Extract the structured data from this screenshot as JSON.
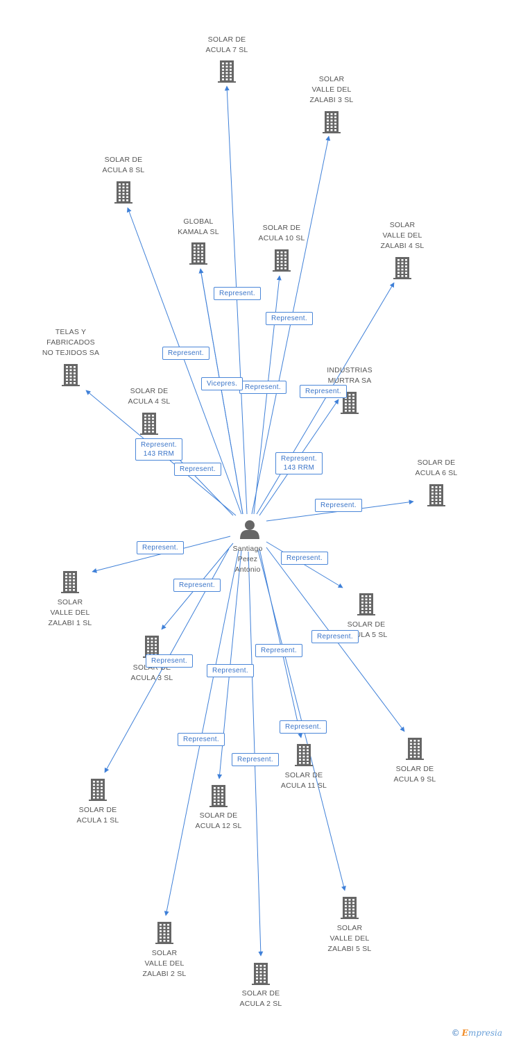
{
  "colors": {
    "edge": "#3f80d8",
    "icon": "#666666",
    "label": "#555555"
  },
  "center": {
    "label": "Santiago\nPerez\nAntonio",
    "icon": "person-icon"
  },
  "companies": [
    {
      "id": "solar-acula-7",
      "label": "SOLAR DE\nACULA 7 SL",
      "icon": "building-icon"
    },
    {
      "id": "solar-zalabi-3",
      "label": "SOLAR\nVALLE DEL\nZALABI 3 SL",
      "icon": "building-icon"
    },
    {
      "id": "solar-acula-8",
      "label": "SOLAR DE\nACULA 8 SL",
      "icon": "building-icon"
    },
    {
      "id": "global-kamala",
      "label": "GLOBAL\nKAMALA SL",
      "icon": "building-icon"
    },
    {
      "id": "solar-acula-10",
      "label": "SOLAR DE\nACULA 10 SL",
      "icon": "building-icon"
    },
    {
      "id": "solar-zalabi-4",
      "label": "SOLAR\nVALLE DEL\nZALABI 4 SL",
      "icon": "building-icon"
    },
    {
      "id": "telas-fabricados",
      "label": "TELAS Y\nFABRICADOS\nNO TEJIDOS SA",
      "icon": "building-icon"
    },
    {
      "id": "industrias-murtra",
      "label": "INDUSTRIAS\nMURTRA SA",
      "icon": "building-icon"
    },
    {
      "id": "solar-acula-4",
      "label": "SOLAR DE\nACULA 4 SL",
      "icon": "building-icon"
    },
    {
      "id": "solar-acula-6",
      "label": "SOLAR DE\nACULA 6 SL",
      "icon": "building-icon"
    },
    {
      "id": "solar-zalabi-1",
      "label": "SOLAR\nVALLE DEL\nZALABI 1 SL",
      "icon": "building-icon"
    },
    {
      "id": "solar-acula-5",
      "label": "SOLAR DE\nACULA 5 SL",
      "icon": "building-icon"
    },
    {
      "id": "solar-acula-3",
      "label": "SOLAR DE\nACULA 3 SL",
      "icon": "building-icon"
    },
    {
      "id": "solar-acula-9",
      "label": "SOLAR DE\nACULA 9 SL",
      "icon": "building-icon"
    },
    {
      "id": "solar-acula-11",
      "label": "SOLAR DE\nACULA 11 SL",
      "icon": "building-icon"
    },
    {
      "id": "solar-acula-1",
      "label": "SOLAR DE\nACULA 1 SL",
      "icon": "building-icon"
    },
    {
      "id": "solar-acula-12",
      "label": "SOLAR DE\nACULA 12 SL",
      "icon": "building-icon"
    },
    {
      "id": "solar-zalabi-5",
      "label": "SOLAR\nVALLE DEL\nZALABI 5 SL",
      "icon": "building-icon"
    },
    {
      "id": "solar-zalabi-2",
      "label": "SOLAR\nVALLE DEL\nZALABI 2 SL",
      "icon": "building-icon"
    },
    {
      "id": "solar-acula-2",
      "label": "SOLAR DE\nACULA 2 SL",
      "icon": "building-icon"
    }
  ],
  "relations": [
    {
      "target": "solar-acula-7",
      "label": ""
    },
    {
      "target": "solar-zalabi-3",
      "label": "Represent."
    },
    {
      "target": "solar-acula-8",
      "label": "Represent."
    },
    {
      "target": "global-kamala",
      "label": "Represent."
    },
    {
      "target": "solar-acula-10",
      "label": "Represent."
    },
    {
      "target": "solar-zalabi-4",
      "label": "Represent."
    },
    {
      "target": "telas-fabricados",
      "label": "Represent.\n143 RRM"
    },
    {
      "target": "industrias-murtra",
      "label": "Represent.\n143 RRM"
    },
    {
      "target": "solar-acula-4",
      "label": "Represent."
    },
    {
      "target": "solar-acula-6",
      "label": "Represent."
    },
    {
      "target": "solar-zalabi-1",
      "label": "Represent."
    },
    {
      "target": "solar-acula-5",
      "label": "Represent."
    },
    {
      "target": "solar-acula-3",
      "label": "Represent."
    },
    {
      "target": "solar-acula-9",
      "label": "Represent."
    },
    {
      "target": "solar-acula-11",
      "label": "Represent."
    },
    {
      "target": "solar-acula-1",
      "label": "Represent."
    },
    {
      "target": "solar-acula-12",
      "label": "Represent."
    },
    {
      "target": "solar-zalabi-5",
      "label": "Represent."
    },
    {
      "target": "solar-zalabi-2",
      "label": "Represent."
    },
    {
      "target": "solar-acula-2",
      "label": "Represent."
    },
    {
      "target": "global-kamala",
      "label": "Vicepres."
    }
  ],
  "footer": {
    "copyright": "©",
    "brand_initial": "E",
    "brand_rest": "mpresia"
  }
}
